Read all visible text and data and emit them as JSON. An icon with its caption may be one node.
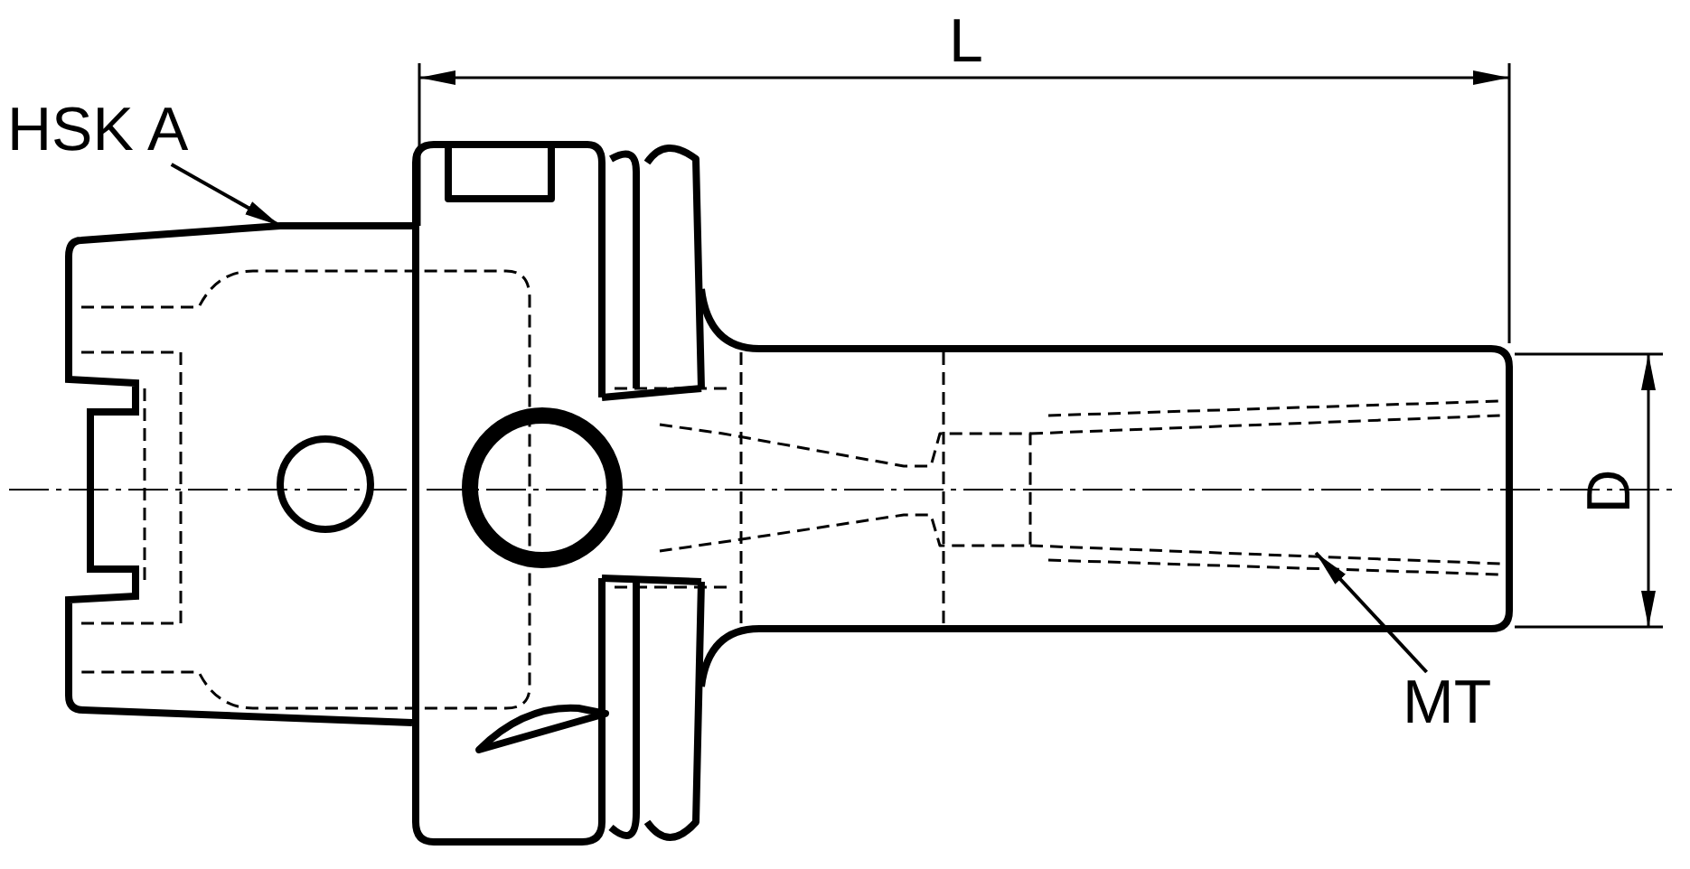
{
  "diagram": {
    "nodes": [
      {
        "text": [
          "HSK A"
        ]
      },
      {
        "text": [],
        "shape": "picture"
      },
      {
        "text": [
          "MT"
        ]
      },
      {
        "text": [],
        "shape": "picture"
      }
    ],
    "edges": [
      {
        "from": 0,
        "to": 1,
        "arrow": "to"
      },
      {
        "from": 2,
        "to": 3,
        "arrow": "to"
      }
    ],
    "labels": [
      "L",
      "D"
    ]
  }
}
